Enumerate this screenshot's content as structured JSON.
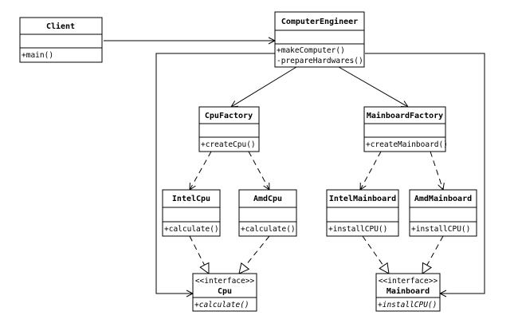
{
  "diagram": {
    "classes": {
      "client": {
        "name": "Client",
        "members": [
          "+main()"
        ]
      },
      "computer_engineer": {
        "name": "ComputerEngineer",
        "members": [
          "+makeComputer()",
          "-prepareHardwares()"
        ]
      },
      "cpu_factory": {
        "name": "CpuFactory",
        "members": [
          "+createCpu()"
        ]
      },
      "mainboard_factory": {
        "name": "MainboardFactory",
        "members": [
          "+createMainboard()"
        ]
      },
      "intel_cpu": {
        "name": "IntelCpu",
        "members": [
          "+calculate()"
        ]
      },
      "amd_cpu": {
        "name": "AmdCpu",
        "members": [
          "+calculate()"
        ]
      },
      "intel_mainboard": {
        "name": "IntelMainboard",
        "members": [
          "+installCPU()"
        ]
      },
      "amd_mainboard": {
        "name": "AmdMainboard",
        "members": [
          "+installCPU()"
        ]
      },
      "cpu": {
        "stereotype": "<<interface>>",
        "name": "Cpu",
        "members": [
          "+calculate()"
        ]
      },
      "mainboard": {
        "stereotype": "<<interface>>",
        "name": "Mainboard",
        "members": [
          "+installCPU()"
        ]
      }
    }
  }
}
